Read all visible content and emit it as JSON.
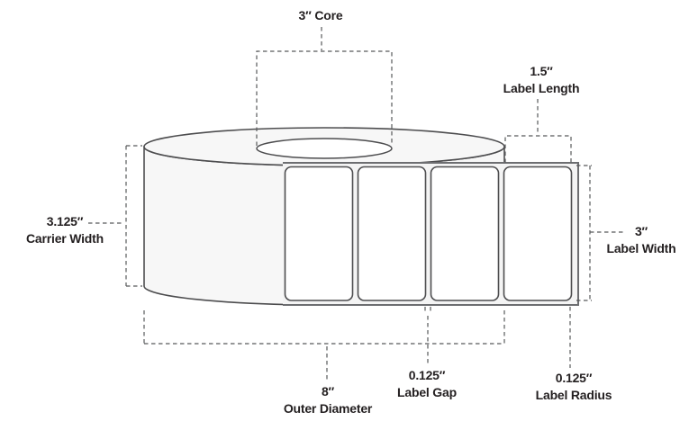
{
  "figure": {
    "title": "Label roll dimension diagram",
    "labels_visible_on_strip": 4,
    "annotations": {
      "core": {
        "value": "3″",
        "label": "Core"
      },
      "label_length": {
        "value": "1.5″",
        "label": "Label Length"
      },
      "carrier_width": {
        "value": "3.125″",
        "label": "Carrier Width"
      },
      "label_width": {
        "value": "3″",
        "label": "Label Width"
      },
      "outer_diameter": {
        "value": "8″",
        "label": "Outer Diameter"
      },
      "label_gap": {
        "value": "0.125″",
        "label": "Label Gap"
      },
      "label_radius": {
        "value": "0.125″",
        "label": "Label Radius"
      }
    },
    "colors": {
      "outline": "#4d4d4f",
      "roll_fill": "#f7f7f7",
      "core_fill": "#ffffff",
      "liner_fill": "#f4f4f4",
      "liner_edge": "#6d6e71",
      "label_fill": "#ffffff",
      "dash": "#58595b",
      "text": "#231f20",
      "background": "#ffffff"
    }
  }
}
